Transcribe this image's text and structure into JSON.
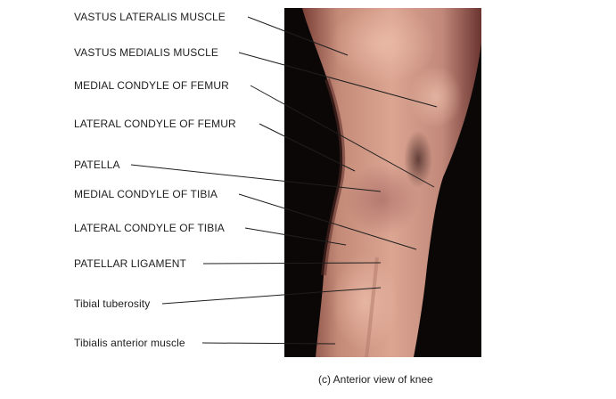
{
  "labels": [
    {
      "text": "VASTUS LATERALIS MUSCLE"
    },
    {
      "text": "VASTUS MEDIALIS MUSCLE"
    },
    {
      "text": "MEDIAL CONDYLE OF FEMUR"
    },
    {
      "text": "LATERAL CONDYLE OF FEMUR"
    },
    {
      "text": "PATELLA"
    },
    {
      "text": "MEDIAL CONDYLE OF TIBIA"
    },
    {
      "text": "LATERAL CONDYLE OF TIBIA"
    },
    {
      "text": "PATELLAR LIGAMENT"
    },
    {
      "text": "Tibial tuberosity"
    },
    {
      "text": "Tibialis anterior muscle"
    }
  ],
  "caption": "(c) Anterior view of knee",
  "colors": {
    "background": "#ffffff",
    "photo_background": "#0b0706",
    "skin_light": "#dca391",
    "skin_mid": "#b8786a",
    "skin_dark": "#6e3a36",
    "leader_line": "#1e1e1e",
    "text": "#1e1e1e"
  }
}
